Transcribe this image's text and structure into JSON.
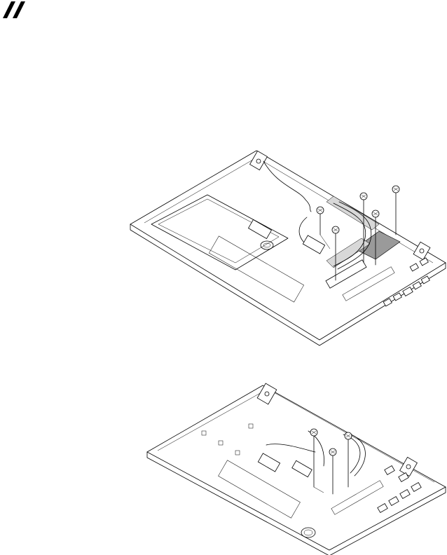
{
  "logo": {
    "icon": "double-slash-logo",
    "color": "#000000"
  },
  "figures": [
    {
      "id": "top",
      "screw_count": 5,
      "heatsink_shade": "#9a9a9a"
    },
    {
      "id": "bottom",
      "screw_count": 3
    }
  ]
}
